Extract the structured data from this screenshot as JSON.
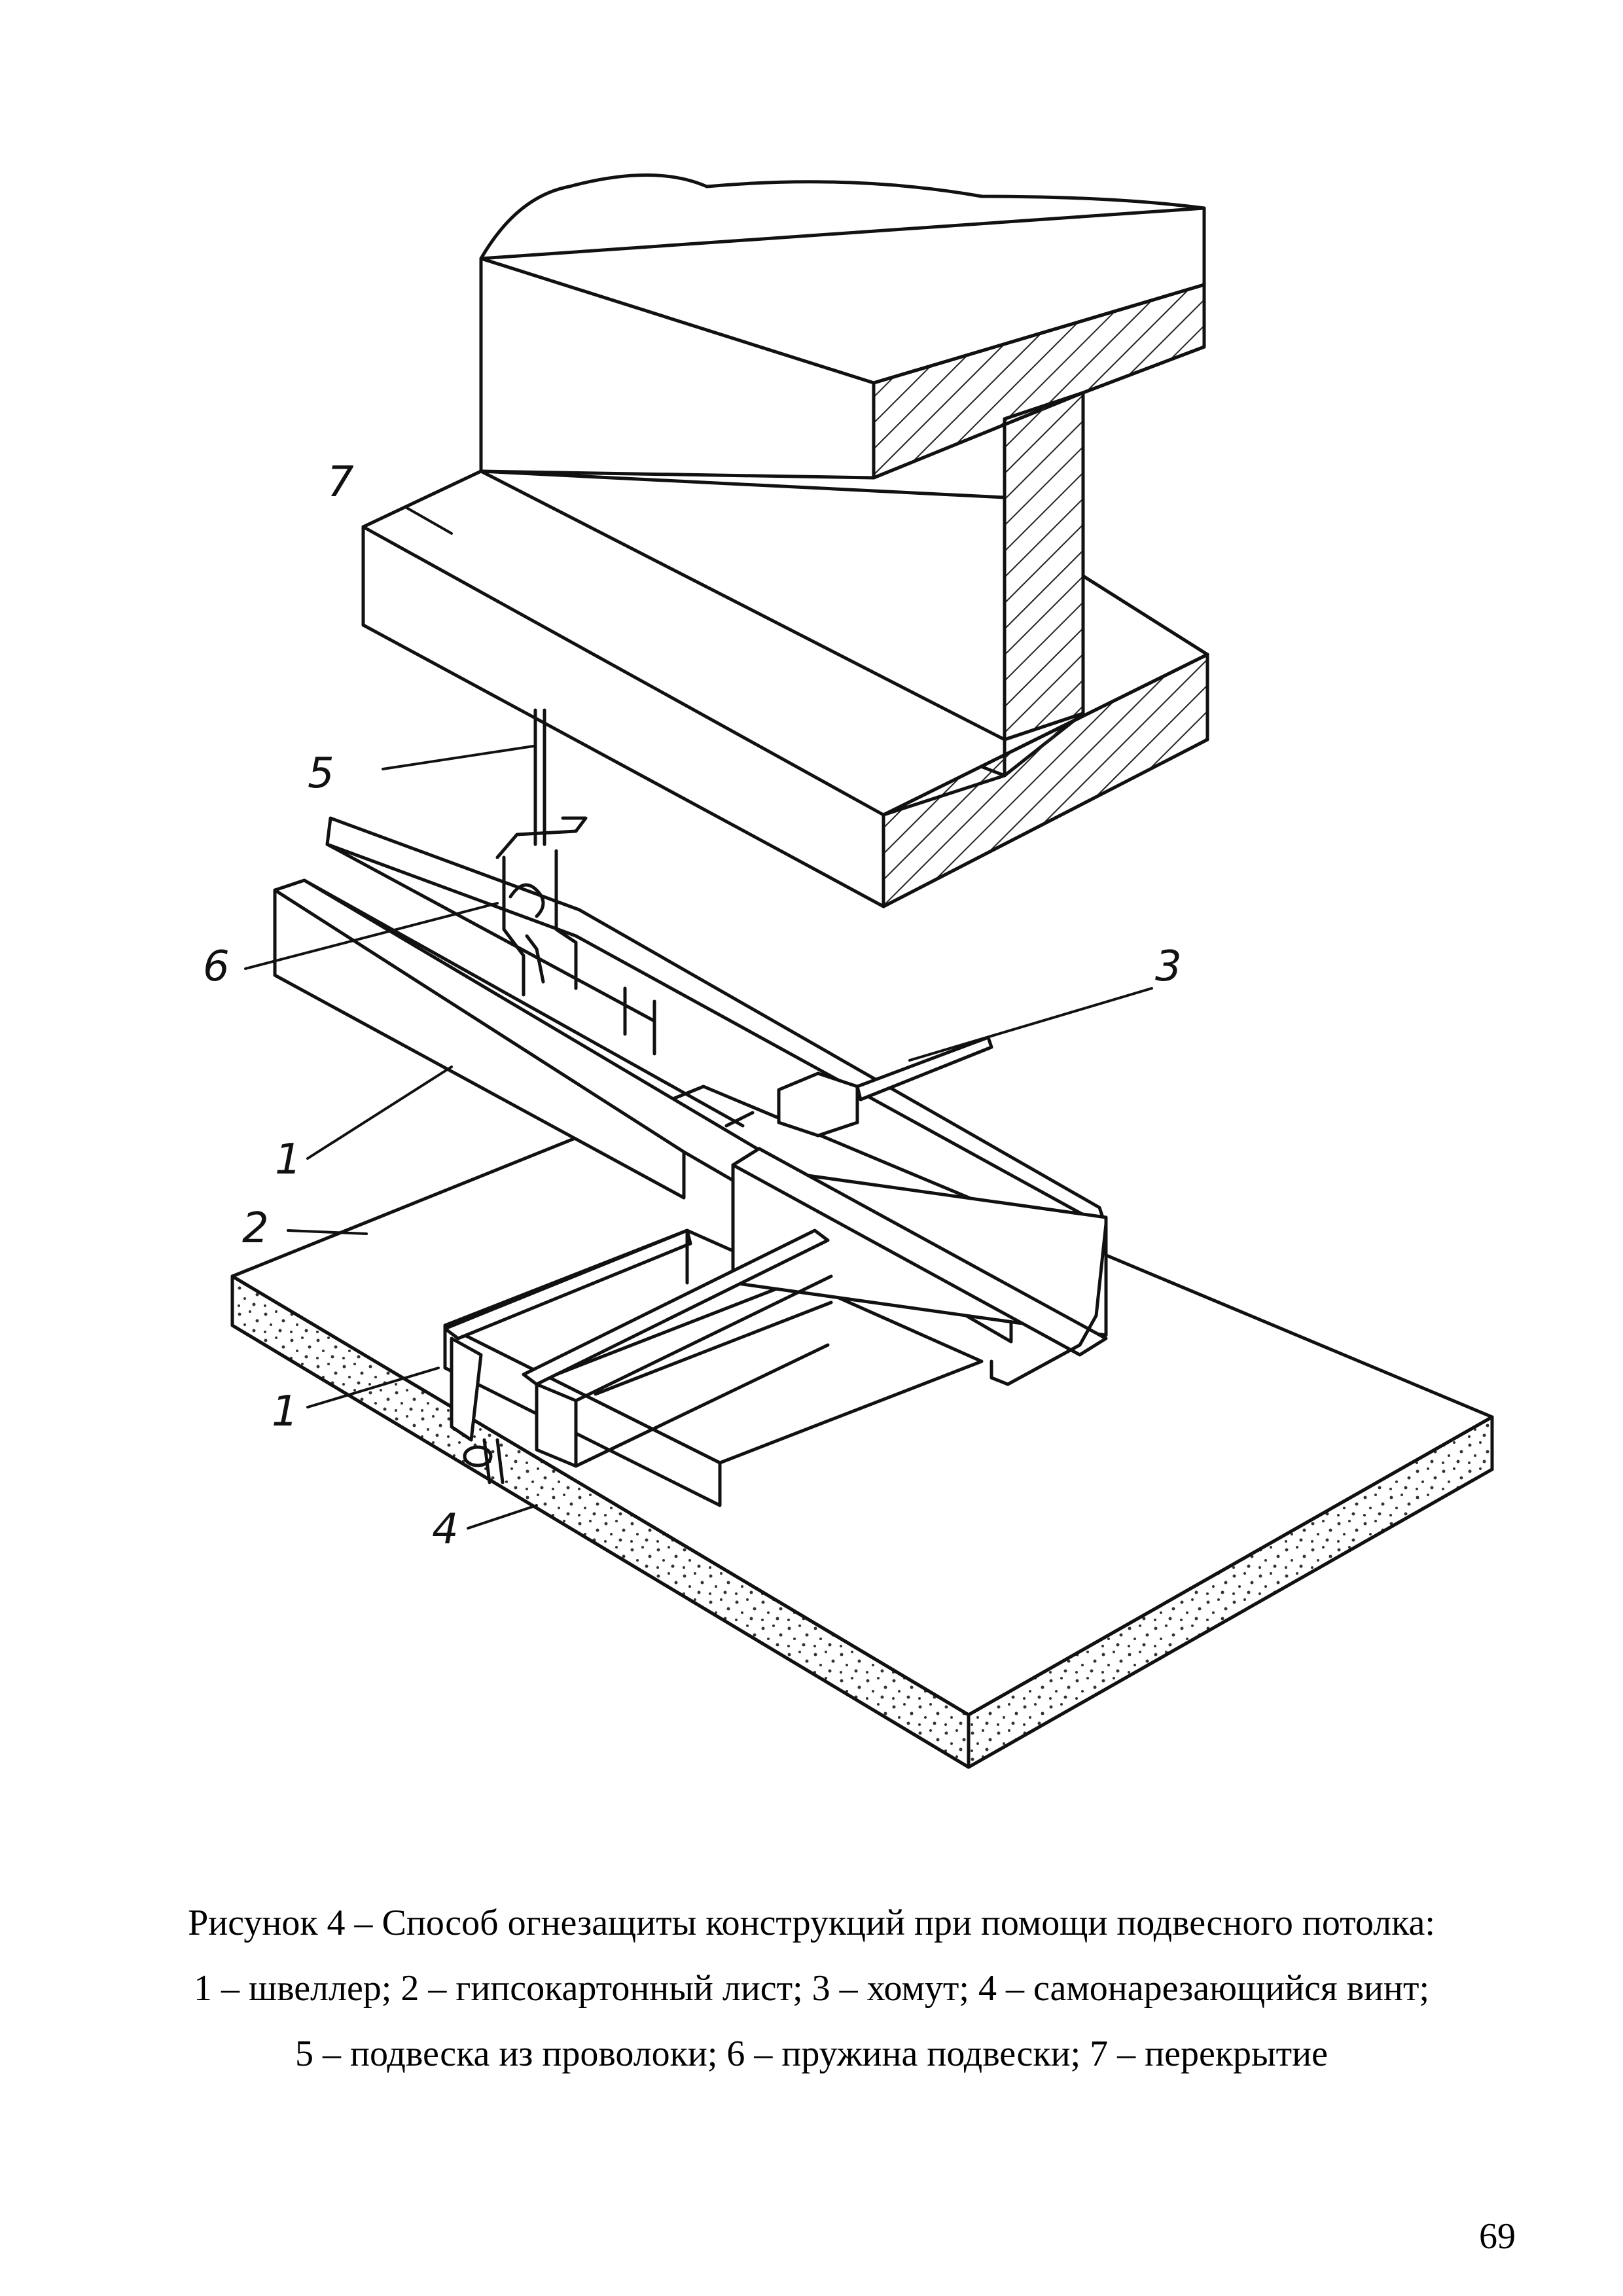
{
  "figure": {
    "callouts": {
      "c7": "7",
      "c5": "5",
      "c6": "6",
      "c3": "3",
      "c1a": "1",
      "c2": "2",
      "c1b": "1",
      "c4": "4"
    }
  },
  "caption": {
    "line1": "Рисунок 4 – Способ огнезащиты конструкций при помощи подвесного потолка:",
    "line2": "1 – швеллер; 2 – гипсокартонный лист; 3 – хомут; 4 – самонарезающийся винт;",
    "line3": "5 – подвеска из проволоки; 6 – пружина подвески; 7 – перекрытие"
  },
  "page_number": "69"
}
